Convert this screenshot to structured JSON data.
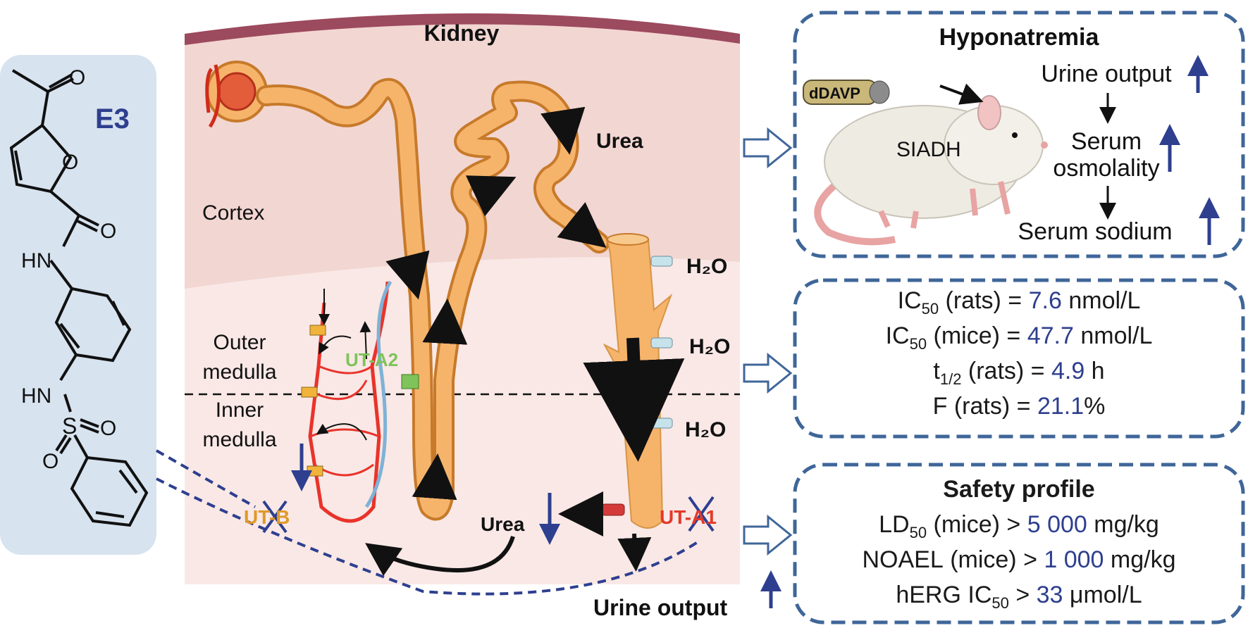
{
  "compound": {
    "label": "E3",
    "atoms": {
      "o1": "O",
      "o2": "O",
      "o3": "O",
      "hn1": "HN",
      "hn2": "HN",
      "s": "S",
      "o4": "O",
      "o5": "O"
    }
  },
  "kidney": {
    "title": "Kidney",
    "cortex": "Cortex",
    "outer_medulla": [
      "Outer",
      "medulla"
    ],
    "inner_medulla": [
      "Inner",
      "medulla"
    ],
    "urea_top": "Urea",
    "urea_bottom": "Urea",
    "h2o": "H₂O",
    "ut_a2": "UT-A2",
    "ut_b": "UT-B",
    "ut_a1": "UT-A1",
    "urine_output": "Urine output"
  },
  "hyponatremia": {
    "title": "Hyponatremia",
    "drug": "dDAVP",
    "model": "SIADH",
    "urine_output": "Urine output",
    "serum_osmolality": [
      "Serum",
      "osmolality"
    ],
    "serum_sodium": "Serum sodium"
  },
  "pk": [
    {
      "label": "IC",
      "sub": "50",
      "rest": " (rats) = ",
      "value": "7.6",
      "unit": " nmol/L"
    },
    {
      "label": "IC",
      "sub": "50",
      "rest": " (mice) = ",
      "value": "47.7",
      "unit": " nmol/L"
    },
    {
      "label": "t",
      "sub": "1/2",
      "rest": " (rats) = ",
      "value": "4.9",
      "unit": " h"
    },
    {
      "label": "F",
      "sub": "",
      "rest": " (rats) = ",
      "value": "21.1",
      "unit": "%"
    }
  ],
  "safety": {
    "title": "Safety profile",
    "rows": [
      {
        "label": "LD",
        "sub": "50",
        "rest": " (mice)  >  ",
        "value": "5 000",
        "unit": " mg/kg"
      },
      {
        "label": "NOAEL",
        "sub": "",
        "rest": " (mice)  >  ",
        "value": "1 000",
        "unit": " mg/kg"
      },
      {
        "label": "hERG IC",
        "sub": "50",
        "rest": "  >  ",
        "value": "33",
        "unit": " μmol/L"
      }
    ]
  },
  "colors": {
    "panel_blue": "#d7e3ef",
    "kidney_cortex": "#f2d6d2",
    "kidney_medulla": "#f9e8e6",
    "tubule": "#f6b46b",
    "accent_blue": "#2e3f8f",
    "dashed_box": "#3f6699"
  }
}
